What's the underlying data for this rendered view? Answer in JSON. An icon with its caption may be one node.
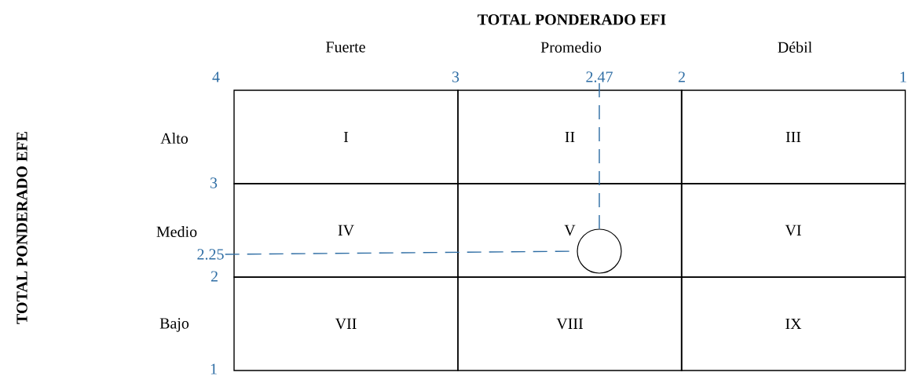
{
  "diagram": {
    "title": "TOTAL PONDERADO EFI",
    "nodes": [
      {
        "text": [
          "I"
        ]
      },
      {
        "text": [
          "II"
        ]
      },
      {
        "text": [
          "III"
        ]
      },
      {
        "text": [
          "IV"
        ]
      },
      {
        "text": [
          "V"
        ]
      },
      {
        "text": [
          "VI"
        ]
      },
      {
        "text": [
          "VII"
        ]
      },
      {
        "text": [
          "VIII"
        ]
      },
      {
        "text": [
          "IX"
        ]
      },
      {
        "text": [],
        "shape": "circle",
        "in": 4
      },
      {
        "text": [
          "2.47"
        ]
      },
      {
        "text": [
          "2.25"
        ]
      }
    ],
    "edges": [
      {
        "from": 10,
        "to": 9,
        "arrow": "none",
        "style": "dashed",
        "color": "#2e6da4"
      },
      {
        "from": 11,
        "to": 9,
        "arrow": "none",
        "style": "dashed",
        "color": "#2e6da4"
      }
    ],
    "labels": [
      "Fuerte",
      "Promedio",
      "Débil",
      "4",
      "3",
      "2",
      "1",
      "TOTAL PONDERADO EFE",
      "Alto",
      "3",
      "Medio",
      "2",
      "Bajo",
      "1"
    ]
  }
}
